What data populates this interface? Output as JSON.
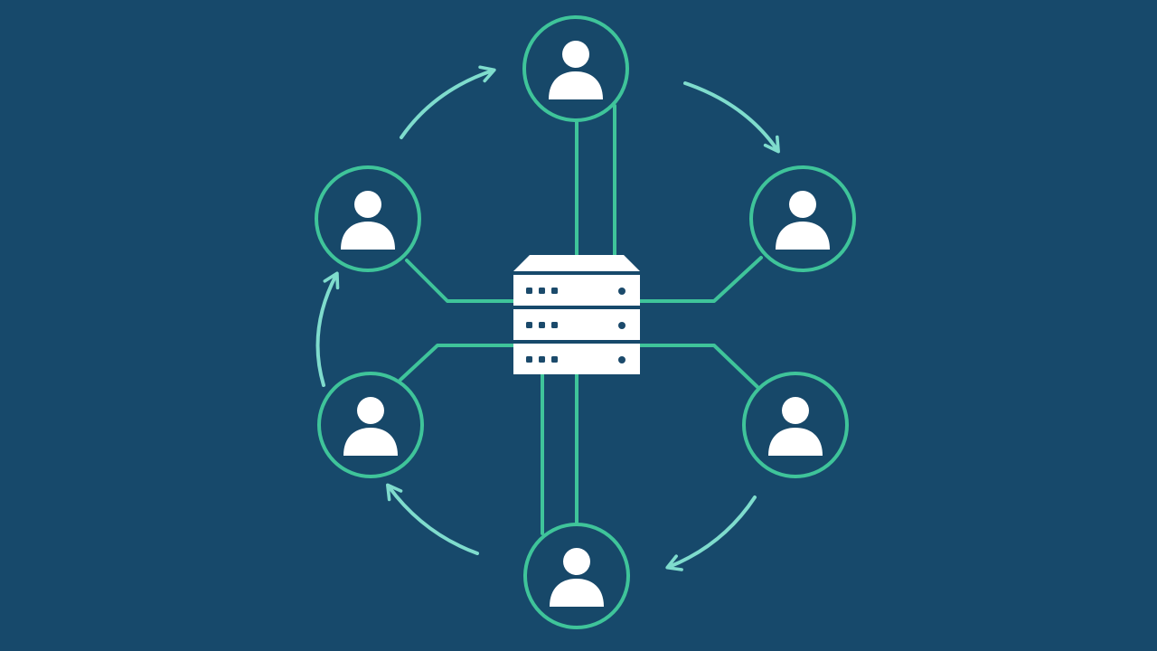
{
  "colors": {
    "background": "#17496b",
    "node_ring": "#3fc49a",
    "connector": "#3fc49a",
    "flow_arrow": "#7fdccd",
    "node_fill": "#174869",
    "icon_fill": "#ffffff",
    "server_fill": "#ffffff",
    "server_detail": "#1b4a6b"
  },
  "diagram": {
    "center": {
      "kind": "server",
      "icon": "server-rack-icon",
      "units": 3
    },
    "nodes": [
      {
        "id": "top",
        "icon": "user-icon"
      },
      {
        "id": "upper-right",
        "icon": "user-icon"
      },
      {
        "id": "lower-right",
        "icon": "user-icon"
      },
      {
        "id": "bottom",
        "icon": "user-icon"
      },
      {
        "id": "lower-left",
        "icon": "user-icon"
      },
      {
        "id": "upper-left",
        "icon": "user-icon"
      }
    ],
    "edges": [
      {
        "from": "server",
        "to": "top"
      },
      {
        "from": "server",
        "to": "upper-right"
      },
      {
        "from": "server",
        "to": "lower-right"
      },
      {
        "from": "server",
        "to": "bottom"
      },
      {
        "from": "server",
        "to": "lower-left"
      },
      {
        "from": "server",
        "to": "upper-left"
      }
    ],
    "flow": {
      "direction": "clockwise",
      "arrows": 6
    }
  }
}
